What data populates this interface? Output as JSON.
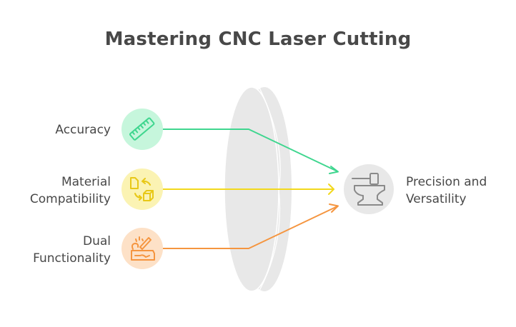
{
  "title": "Mastering CNC Laser Cutting",
  "inputs": [
    {
      "label_line1": "Accuracy",
      "label_line2": "",
      "icon": "ruler-icon",
      "color": "#3fd68f",
      "bg": "#c6f6dc"
    },
    {
      "label_line1": "Material",
      "label_line2": "Compatibility",
      "icon": "document-cube-exchange-icon",
      "color": "#f2d81c",
      "bg": "#fbf3b3"
    },
    {
      "label_line1": "Dual",
      "label_line2": "Functionality",
      "icon": "laser-cutting-icon",
      "color": "#f5953f",
      "bg": "#fde1c7"
    }
  ],
  "output": {
    "label_line1": "Precision and",
    "label_line2": "Versatility",
    "icon": "anvil-hammer-icon",
    "color": "#8a8a8a",
    "bg": "#e8e8e8"
  },
  "lens": {
    "color": "#e8e8e8"
  }
}
